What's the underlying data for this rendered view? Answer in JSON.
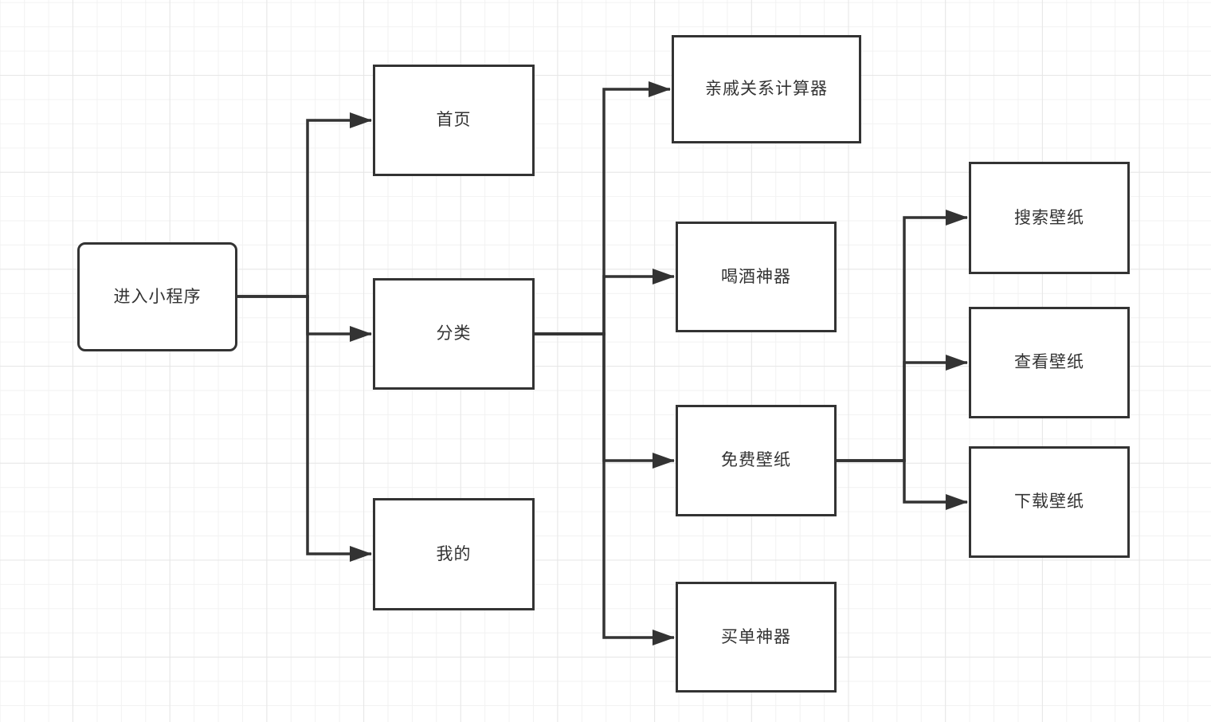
{
  "diagram": {
    "title": "mini-program-flowchart",
    "nodes": [
      {
        "id": "enter",
        "label": "进入小程序",
        "shape": "rounded-rect"
      },
      {
        "id": "home",
        "label": "首页",
        "shape": "rect"
      },
      {
        "id": "category",
        "label": "分类",
        "shape": "rect"
      },
      {
        "id": "mine",
        "label": "我的",
        "shape": "rect"
      },
      {
        "id": "calculator",
        "label": "亲戚关系计算器",
        "shape": "rect"
      },
      {
        "id": "drink",
        "label": "喝酒神器",
        "shape": "rect"
      },
      {
        "id": "wallpaper",
        "label": "免费壁纸",
        "shape": "rect"
      },
      {
        "id": "bill",
        "label": "买单神器",
        "shape": "rect"
      },
      {
        "id": "search",
        "label": "搜索壁纸",
        "shape": "rect"
      },
      {
        "id": "view",
        "label": "查看壁纸",
        "shape": "rect"
      },
      {
        "id": "download",
        "label": "下载壁纸",
        "shape": "rect"
      }
    ],
    "edges": [
      {
        "from": "进入小程序",
        "to": "首页"
      },
      {
        "from": "进入小程序",
        "to": "分类"
      },
      {
        "from": "进入小程序",
        "to": "我的"
      },
      {
        "from": "分类",
        "to": "亲戚关系计算器"
      },
      {
        "from": "分类",
        "to": "喝酒神器"
      },
      {
        "from": "分类",
        "to": "免费壁纸"
      },
      {
        "from": "分类",
        "to": "买单神器"
      },
      {
        "from": "免费壁纸",
        "to": "搜索壁纸"
      },
      {
        "from": "免费壁纸",
        "to": "查看壁纸"
      },
      {
        "from": "免费壁纸",
        "to": "下载壁纸"
      }
    ],
    "colors": {
      "node_border": "#333333",
      "node_fill": "#ffffff",
      "text": "#333333",
      "edge": "#333333",
      "background": "#ffffff",
      "grid_minor": "#f2f2f2",
      "grid_major": "#e6e6e6"
    }
  }
}
